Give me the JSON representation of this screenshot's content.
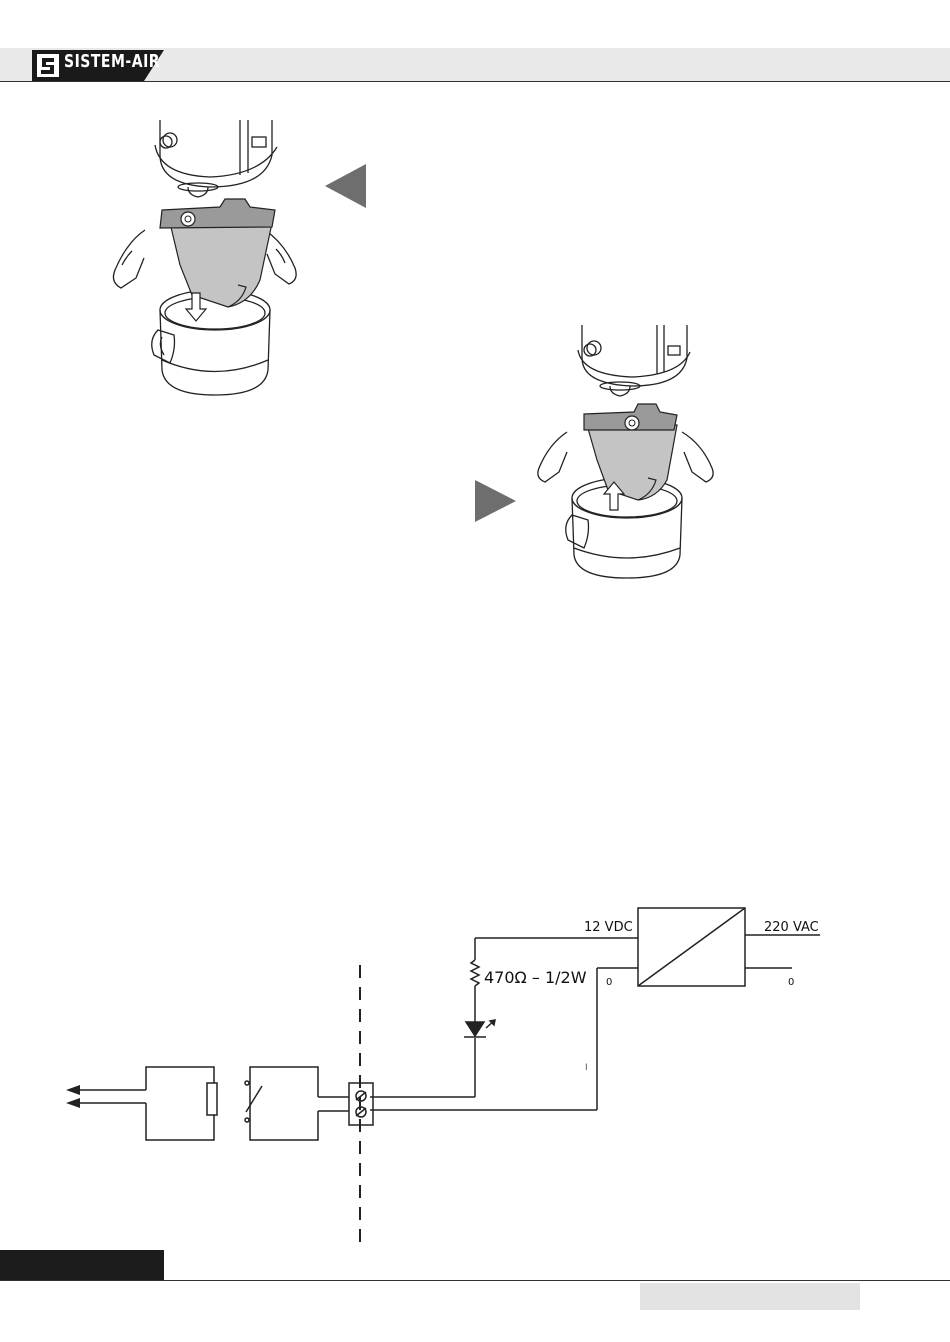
{
  "header": {
    "brand": "SISTEM-AIR"
  },
  "schematic": {
    "resistor_label": "470Ω – 1/2W",
    "dc_label": "12 VDC",
    "ac_label": "220 VAC",
    "dc_zero": "0",
    "ac_zero": "0",
    "marker": "I"
  },
  "colors": {
    "arrow": "#6e6e6e",
    "bag": "#bdbdbd",
    "header_band": "#e9e9e9",
    "footer_tab": "#1c1c1c"
  }
}
